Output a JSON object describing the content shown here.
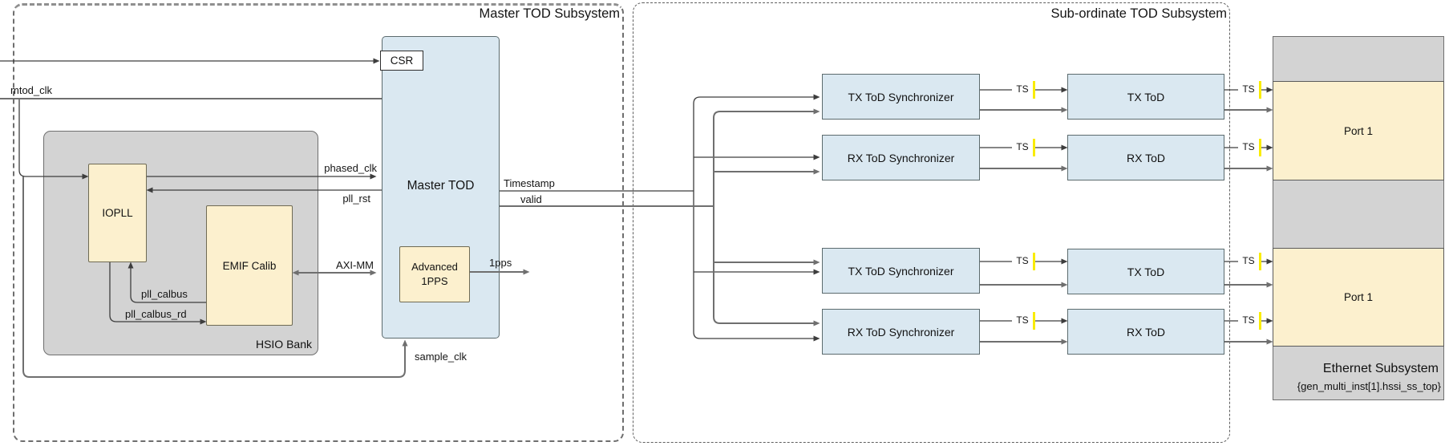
{
  "diagram": {
    "titles": {
      "master": "Master TOD Subsystem",
      "subordinate": "Sub-ordinate TOD Subsystem"
    },
    "blocks": {
      "csr": "CSR",
      "master_tod": "Master TOD",
      "iopll": "IOPLL",
      "emif_calib": "EMIF Calib",
      "advanced_1pps": [
        "Advanced",
        "1PPS"
      ],
      "hsio_bank": "HSIO Bank",
      "tx_tod_synchronizer": "TX ToD Synchronizer",
      "rx_tod_synchronizer": "RX ToD Synchronizer",
      "tx_tod": "TX ToD",
      "rx_tod": "RX ToD",
      "port1": "Port 1",
      "ethernet_subsystem": "Ethernet Subsystem",
      "ethernet_instance": "{gen_multi_inst[1].hssi_ss_top}"
    },
    "signals": {
      "mtod_clk": "mtod_clk",
      "phased_clk": "phased_clk",
      "pll_rst": "pll_rst",
      "axi_mm": "AXI-MM",
      "pll_calbus": "pll_calbus",
      "pll_calbus_rd": "pll_calbus_rd",
      "sample_clk": "sample_clk",
      "timestamp": "Timestamp",
      "valid": "valid",
      "pps": "1pps",
      "ts": "TS"
    },
    "colors": {
      "block_blue": "#dae8f1",
      "block_yellow": "#fcf0ce",
      "block_gray": "#d3d3d3",
      "wire_dark": "#3d3d3d",
      "wire_gray": "#6f6f6f",
      "ts_tick_yellow": "#f9ec00"
    }
  }
}
